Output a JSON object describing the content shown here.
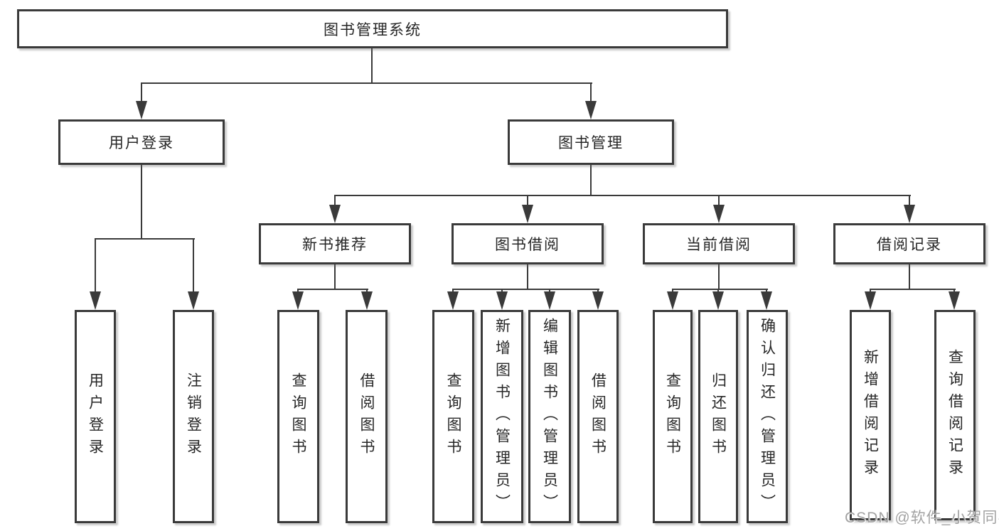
{
  "diagram": {
    "root": {
      "label": "图书管理系统"
    },
    "branches": [
      {
        "label": "用户登录",
        "children": [
          "用户登录",
          "注销登录"
        ]
      },
      {
        "label": "图书管理",
        "children": [
          {
            "label": "新书推荐",
            "children": [
              "查询图书",
              "借阅图书"
            ]
          },
          {
            "label": "图书借阅",
            "children": [
              "查询图书",
              "新增图书（管理员）",
              "编辑图书（管理员）",
              "借阅图书"
            ]
          },
          {
            "label": "当前借阅",
            "children": [
              "查询图书",
              "归还图书",
              "确认归还（管理员）"
            ]
          },
          {
            "label": "借阅记录",
            "children": [
              "新增借阅记录",
              "查询借阅记录"
            ]
          }
        ]
      }
    ]
  },
  "watermark": {
    "text": "CSDN @软件_小贺同学"
  },
  "colors": {
    "background": "#ffffff",
    "line": "#3a3a3a",
    "box_border": "#3a3a3a",
    "text": "#262626",
    "watermark": "#a2a2a2"
  }
}
